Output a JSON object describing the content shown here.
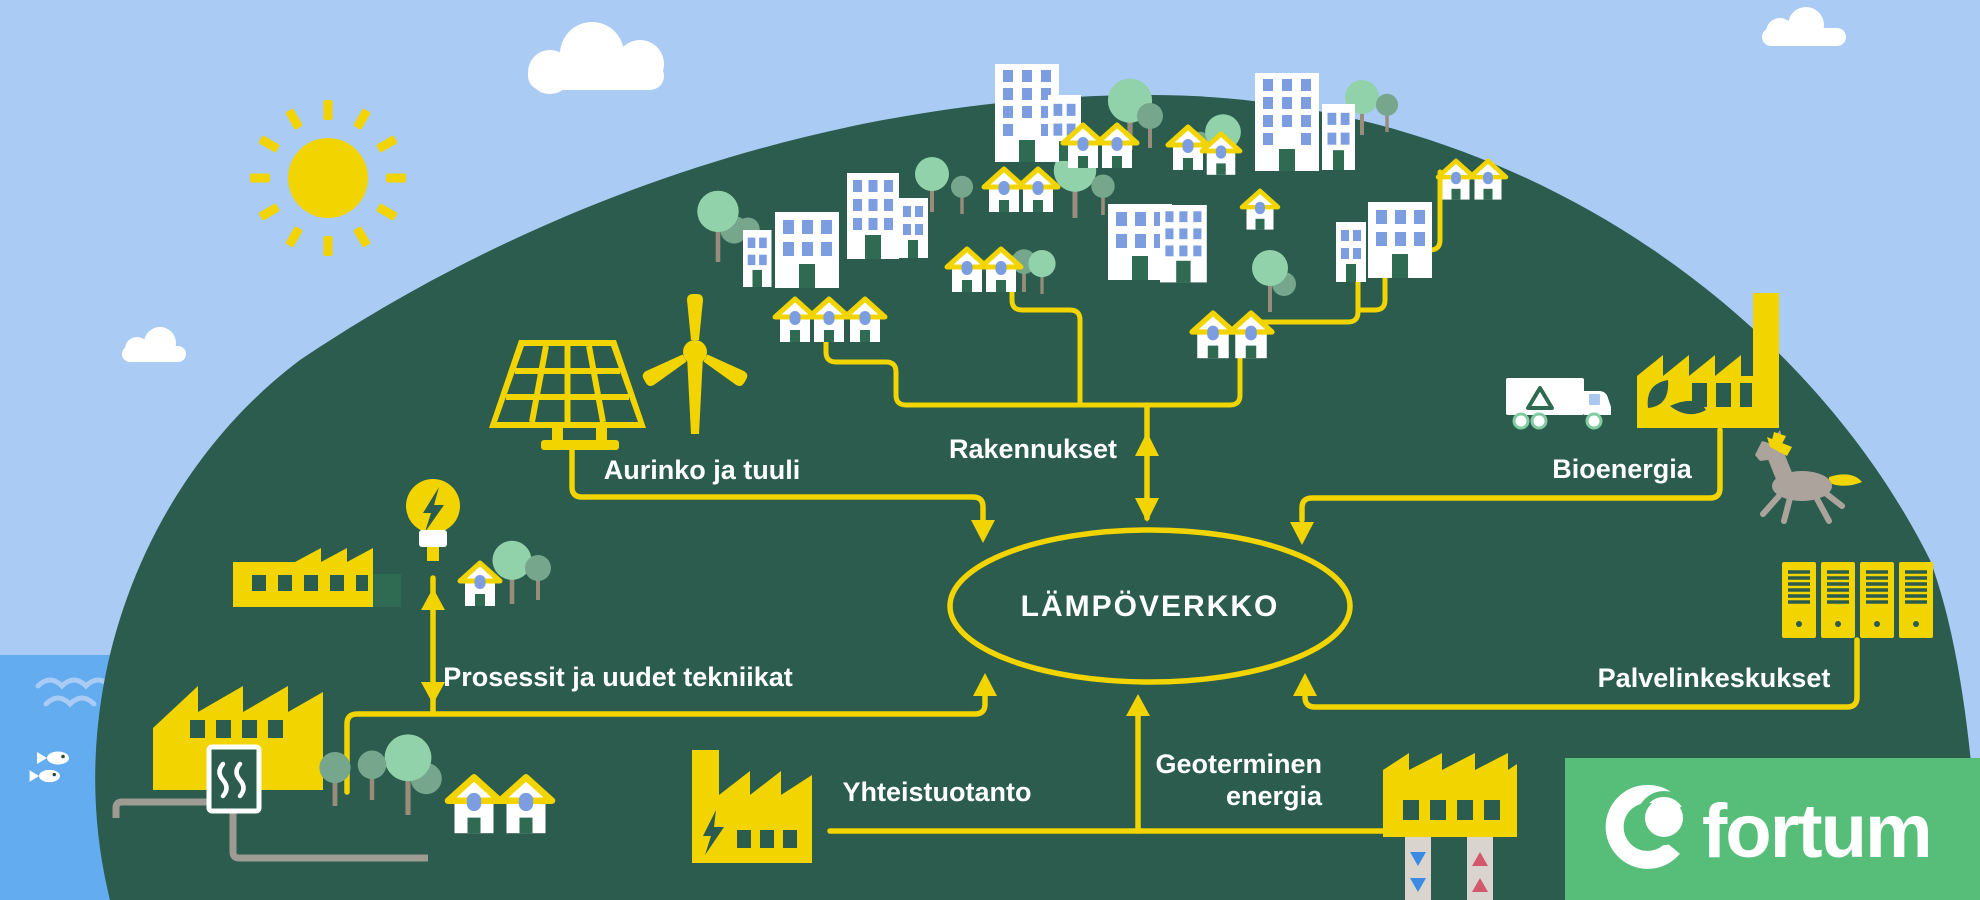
{
  "labels": {
    "aurinko": "Aurinko ja tuuli",
    "rakennukset": "Rakennukset",
    "bioenergia": "Bioenergia",
    "prosessit": "Prosessit ja uudet tekniikat",
    "palvelin": "Palvelinkeskukset",
    "yhteistuotanto": "Yhteistuotanto",
    "geoterminen1": "Geoterminen",
    "geoterminen2": "energia",
    "lampoverkko": "LÄMPÖVERKKO",
    "fortum": "fortum"
  },
  "diagram": {
    "hub": {
      "label": "LÄMPÖVERKKO",
      "shape": "ellipse"
    },
    "nodes": [
      {
        "id": "aurinko",
        "label": "Aurinko ja tuuli",
        "position": "upper-left",
        "icons": [
          "solar-panel",
          "wind-turbine"
        ],
        "flow": "into-hub"
      },
      {
        "id": "rakennukset",
        "label": "Rakennukset",
        "position": "top-center",
        "icons": [
          "houses",
          "apartment-buildings",
          "trees"
        ],
        "flow": "bidirectional"
      },
      {
        "id": "bioenergia",
        "label": "Bioenergia",
        "position": "upper-right",
        "icons": [
          "recycling-truck",
          "biomass-factory",
          "horse"
        ],
        "flow": "into-hub"
      },
      {
        "id": "prosessit",
        "label": "Prosessit ja uudet tekniikat",
        "position": "left",
        "icons": [
          "factory",
          "light-bulb",
          "house",
          "waste-heat-factory",
          "heat-exchanger",
          "sea-water-pipes",
          "fish"
        ],
        "flow": "bidirectional"
      },
      {
        "id": "yhteistuotanto",
        "label": "Yhteistuotanto",
        "position": "bottom-center",
        "icons": [
          "chp-plant-lightning"
        ],
        "flow": "into-hub"
      },
      {
        "id": "geoterminen",
        "label": "Geoterminen energia",
        "position": "bottom-right",
        "icons": [
          "geothermal-plant",
          "borehole-pipe-cold-down",
          "borehole-pipe-hot-up"
        ],
        "flow": "into-hub"
      },
      {
        "id": "palvelin",
        "label": "Palvelinkeskukset",
        "position": "right",
        "icons": [
          "server-racks"
        ],
        "flow": "into-hub"
      }
    ],
    "scenery_icons": [
      "sun",
      "clouds",
      "sea",
      "fish",
      "waves",
      "hill",
      "village",
      "trees"
    ]
  },
  "logo": {
    "wordmark": "fortum",
    "mark": "fortum-swirl-icon"
  },
  "colors": {
    "sky": "#A9CBF4",
    "hill_green": "#2B5C4D",
    "accent_yellow": "#F2D400",
    "water_blue": "#62ACEF",
    "wave_blue": "#A9CBF4",
    "tree_light": "#92D2AB",
    "tree_sage": "#76A68C",
    "trunk_brown": "#9A8C7B",
    "window_blue": "#7C9EE0",
    "door_green": "#2E6B52",
    "logo_panel_green": "#57BE79",
    "horse_gray": "#ACA49C",
    "pipe_gray": "#D9D5CE",
    "water_pipe_gray": "#9E9B94",
    "cold_arrow_blue": "#3B8BE4",
    "hot_arrow_red": "#D2596B",
    "cloud_white": "#FFFFFF",
    "text_white": "#FFFFFF"
  }
}
